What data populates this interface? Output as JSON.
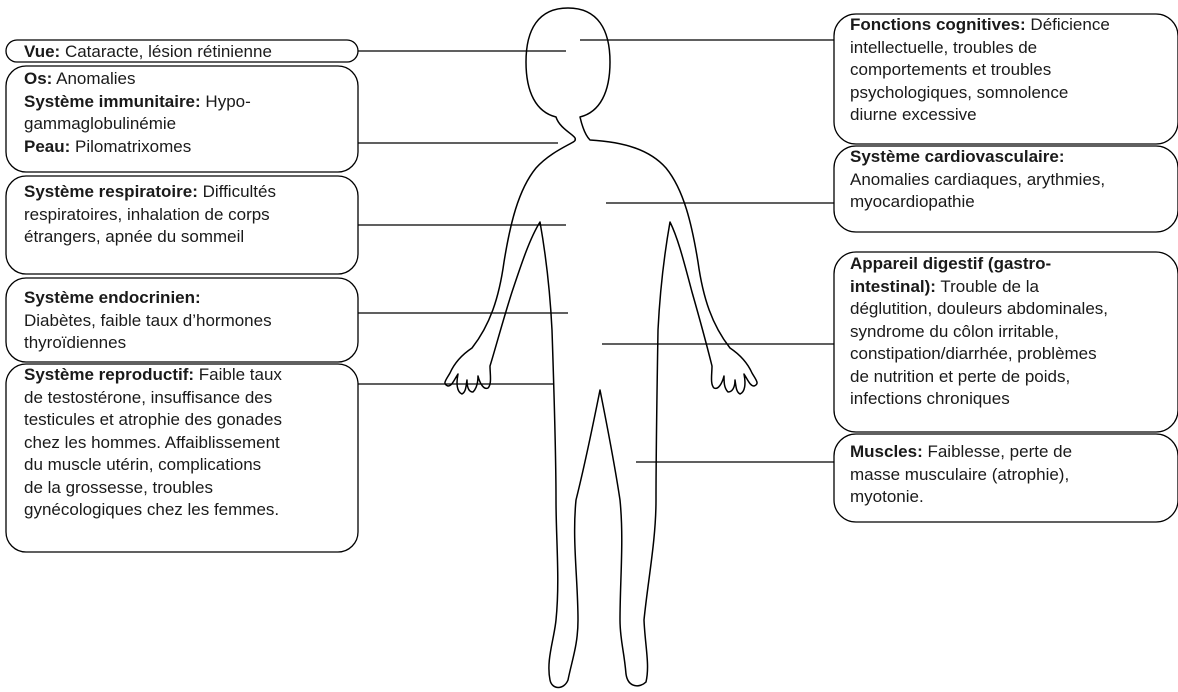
{
  "callouts_left": [
    {
      "id": "vue",
      "lines": [
        [
          {
            "b": "Vue:"
          },
          {
            "t": " Cataracte, lésion rétinienne"
          }
        ]
      ]
    },
    {
      "id": "os-immunitaire-peau",
      "lines": [
        [
          {
            "b": "Os:"
          },
          {
            "t": " Anomalies"
          }
        ],
        [
          {
            "b": "Système immunitaire:"
          },
          {
            "t": " Hypo-"
          }
        ],
        [
          {
            "t": "gammaglobulinémie"
          }
        ],
        [
          {
            "b": "Peau:"
          },
          {
            "t": " Pilomatrixomes"
          }
        ]
      ]
    },
    {
      "id": "respiratoire",
      "lines": [
        [
          {
            "b": "Système respiratoire:"
          },
          {
            "t": " Difficultés"
          }
        ],
        [
          {
            "t": "respiratoires, inhalation de corps"
          }
        ],
        [
          {
            "t": "étrangers, apnée du sommeil"
          }
        ]
      ]
    },
    {
      "id": "endocrinien",
      "lines": [
        [
          {
            "b": "Système endocrinien:"
          }
        ],
        [
          {
            "t": "Diabètes, faible taux d’hormones"
          }
        ],
        [
          {
            "t": "thyroïdiennes"
          }
        ]
      ]
    },
    {
      "id": "reproductif",
      "lines": [
        [
          {
            "b": "Système reproductif:"
          },
          {
            "t": " Faible taux"
          }
        ],
        [
          {
            "t": "de testostérone, insuffisance des"
          }
        ],
        [
          {
            "t": "testicules et atrophie des gonades"
          }
        ],
        [
          {
            "t": "chez les hommes. Affaiblissement"
          }
        ],
        [
          {
            "t": "du muscle utérin, complications"
          }
        ],
        [
          {
            "t": "de la grossesse, troubles"
          }
        ],
        [
          {
            "t": "gynécologiques chez les femmes."
          }
        ]
      ]
    }
  ],
  "callouts_right": [
    {
      "id": "cognitives",
      "lines": [
        [
          {
            "b": "Fonctions cognitives:"
          },
          {
            "t": " Déficience"
          }
        ],
        [
          {
            "t": "intellectuelle, troubles de"
          }
        ],
        [
          {
            "t": "comportements et troubles"
          }
        ],
        [
          {
            "t": "psychologiques,  somnolence"
          }
        ],
        [
          {
            "t": "diurne excessive"
          }
        ]
      ]
    },
    {
      "id": "cardiovasculaire",
      "lines": [
        [
          {
            "b": "Système cardiovasculaire:"
          }
        ],
        [
          {
            "t": "Anomalies cardiaques, arythmies,"
          }
        ],
        [
          {
            "t": "myocardiopathie"
          }
        ]
      ]
    },
    {
      "id": "digestif",
      "lines": [
        [
          {
            "b": "Appareil digestif (gastro-"
          }
        ],
        [
          {
            "b": "intestinal):"
          },
          {
            "t": " Trouble de la"
          }
        ],
        [
          {
            "t": "déglutition, douleurs abdominales,"
          }
        ],
        [
          {
            "t": "syndrome du côlon irritable,"
          }
        ],
        [
          {
            "t": "constipation/diarrhée, problèmes"
          }
        ],
        [
          {
            "t": "de nutrition et perte de poids,"
          }
        ],
        [
          {
            "t": "infections chroniques"
          }
        ]
      ]
    },
    {
      "id": "muscles",
      "lines": [
        [
          {
            "b": "Muscles:"
          },
          {
            "t": " Faiblesse, perte de"
          }
        ],
        [
          {
            "t": "masse musculaire (atrophie),"
          }
        ],
        [
          {
            "t": "myotonie."
          }
        ]
      ]
    }
  ]
}
